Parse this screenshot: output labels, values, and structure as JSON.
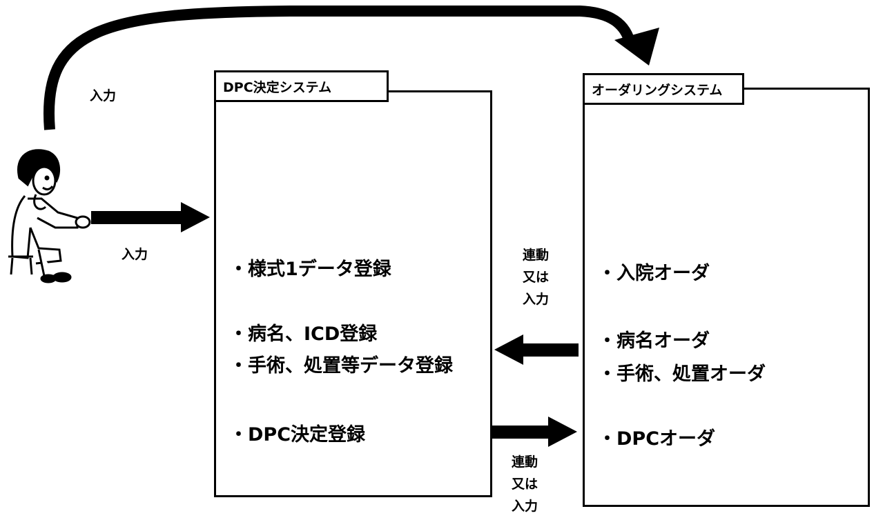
{
  "dpc_system": {
    "title": "DPC決定システム",
    "items": [
      "・様式1データ登録",
      "・病名、ICD登録",
      "・手術、処置等データ登録",
      "・DPC決定登録"
    ]
  },
  "order_system": {
    "title": "オーダリングシステム",
    "items": [
      "・入院オーダ",
      "・病名オーダ",
      "・手術、処置オーダ",
      "・DPCオーダ"
    ]
  },
  "labels": {
    "input_top": "入力",
    "input_left": "入力",
    "link_upper": [
      "連動",
      "又は",
      "入力"
    ],
    "link_lower": [
      "連動",
      "又は",
      "入力"
    ]
  },
  "icons": [
    "doctor-icon",
    "server-icon"
  ]
}
